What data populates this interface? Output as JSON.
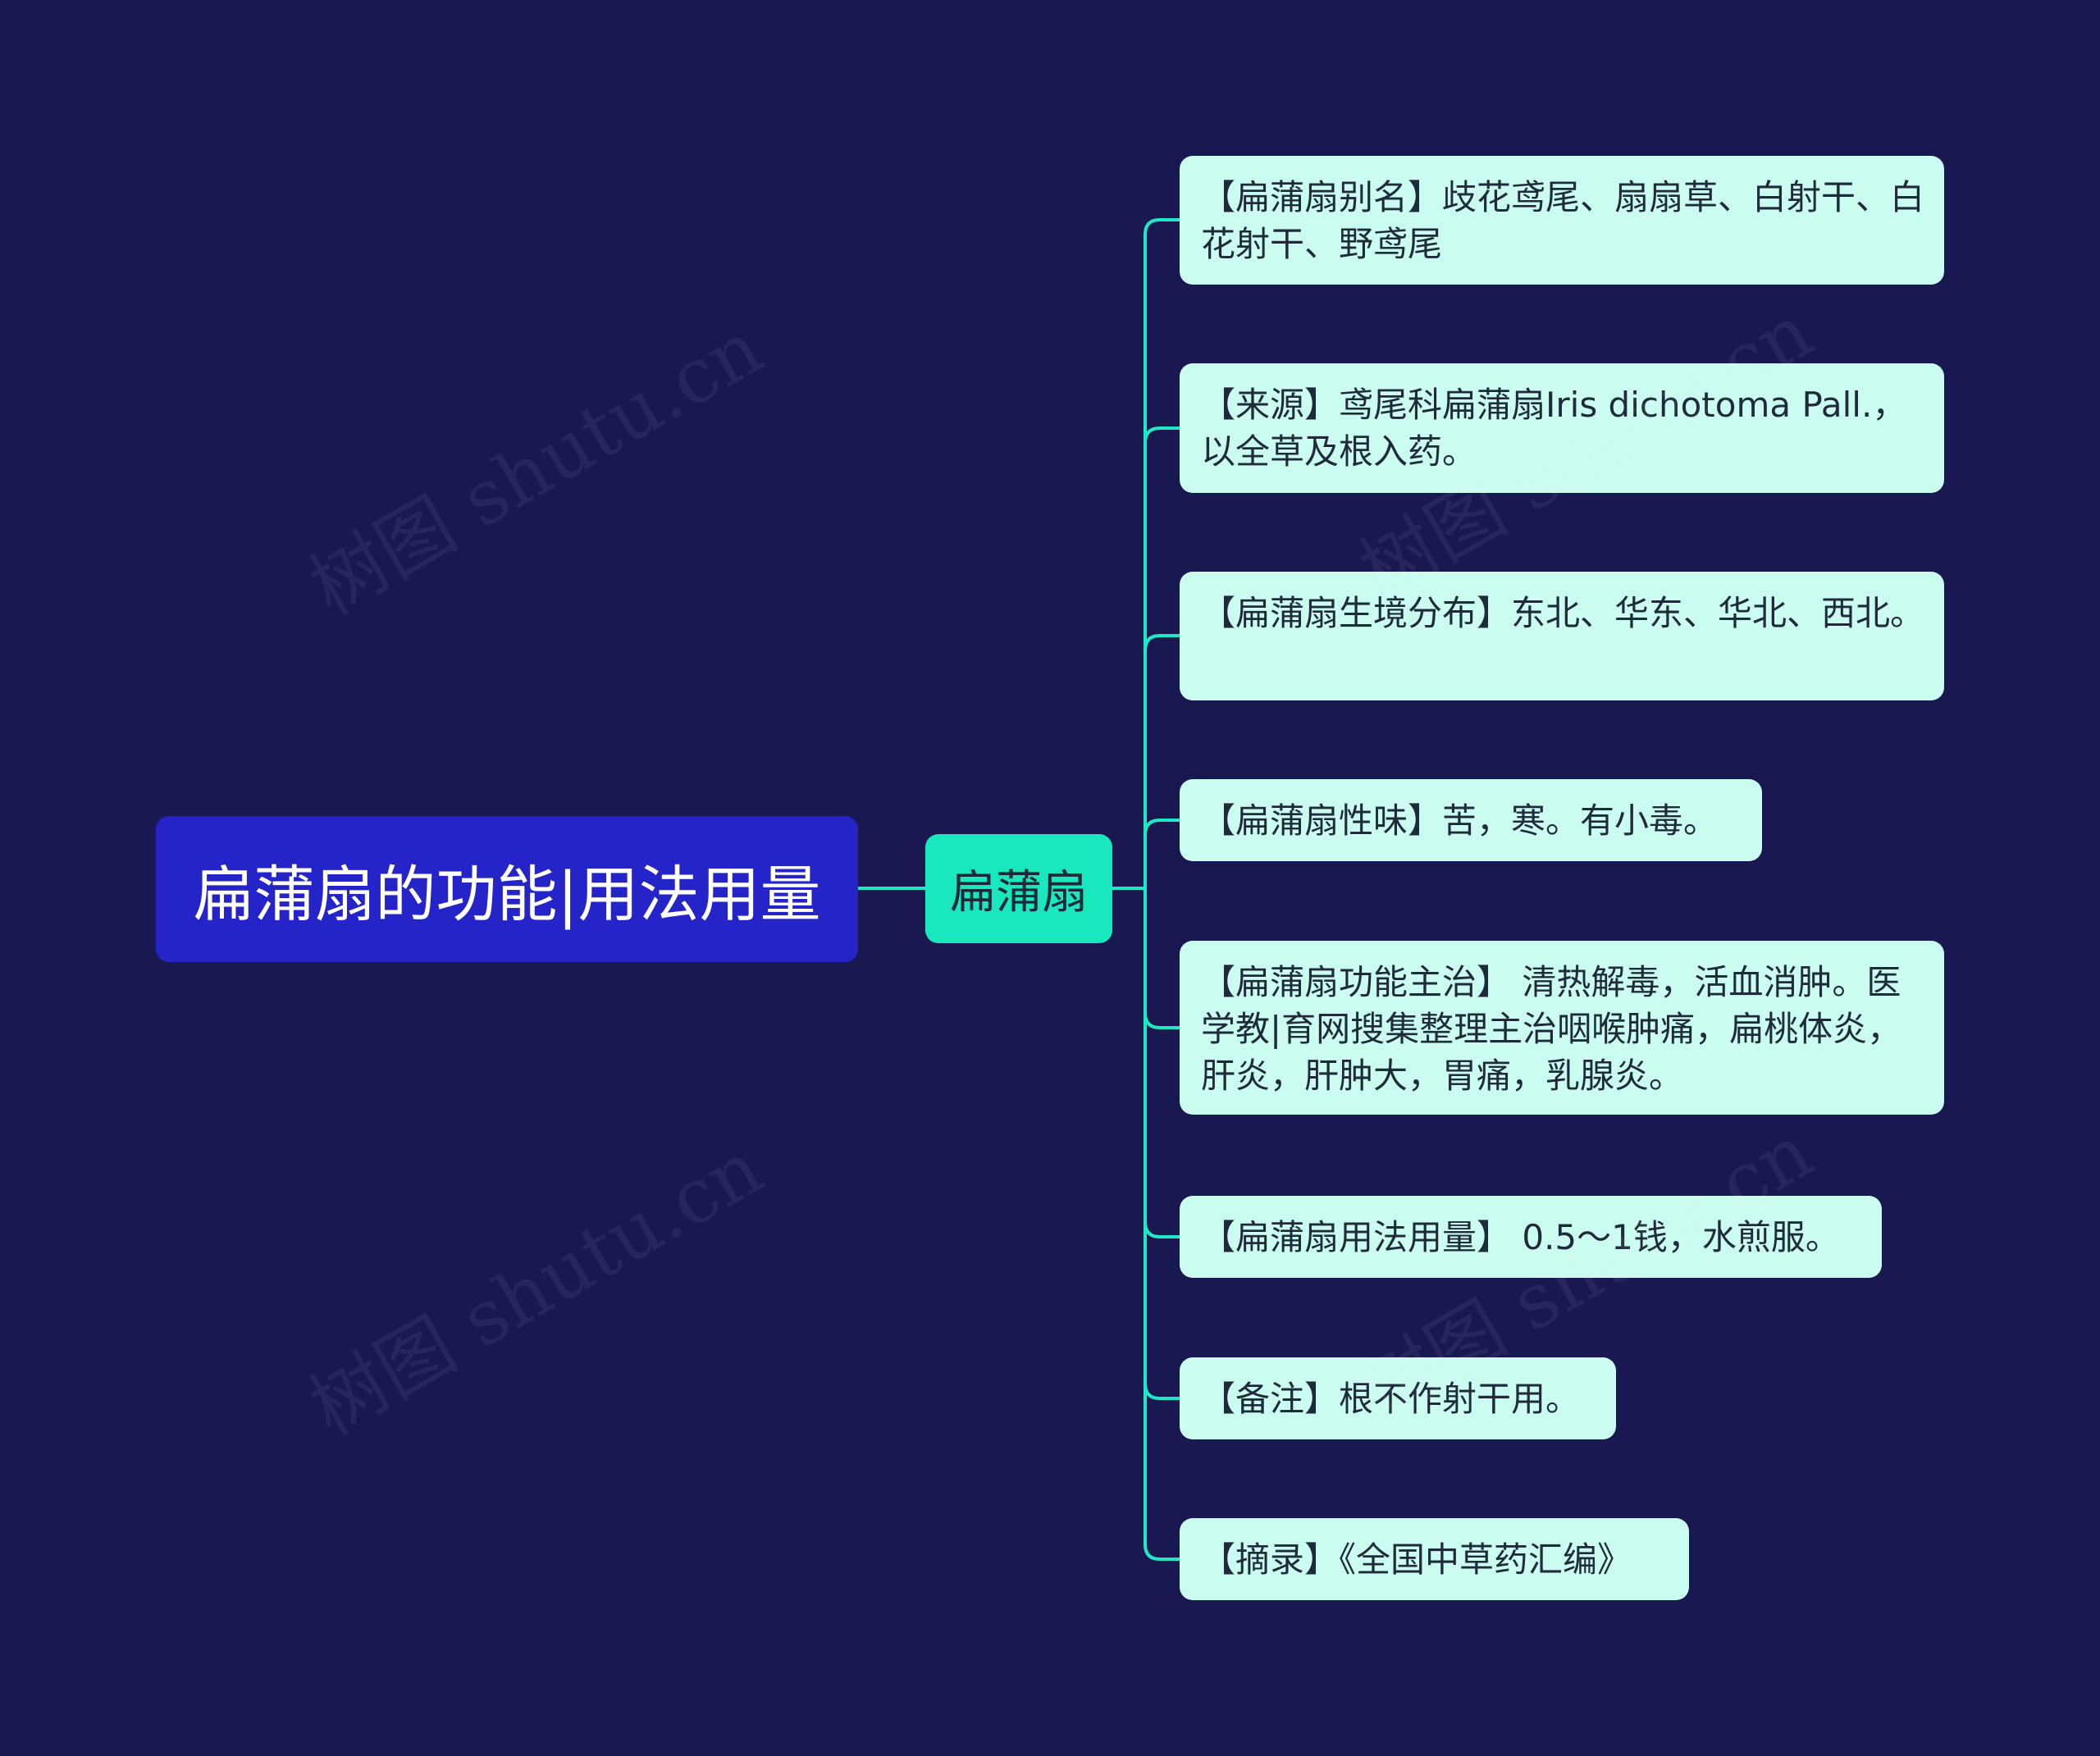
{
  "root": {
    "label": "扁蒲扇的功能|用法用量"
  },
  "topic": {
    "label": "扁蒲扇"
  },
  "leaves": [
    {
      "text": "【扁蒲扇别名】歧花鸢尾、扇扇草、白射干、白花射干、野鸢尾"
    },
    {
      "text": "【来源】鸢尾科扁蒲扇Iris dichotoma Pall.，以全草及根入药。"
    },
    {
      "text": "【扁蒲扇生境分布】东北、华东、华北、西北。"
    },
    {
      "text": "【扁蒲扇性味】苦，寒。有小毒。"
    },
    {
      "text": "【扁蒲扇功能主治】 清热解毒，活血消肿。医学教|育网搜集整理主治咽喉肿痛，扁桃体炎，肝炎，肝肿大，胃痛，乳腺炎。"
    },
    {
      "text": "【扁蒲扇用法用量】 0.5～1钱，水煎服。"
    },
    {
      "text": "【备注】根不作射干用。"
    },
    {
      "text": "【摘录】《全国中草药汇编》"
    }
  ],
  "watermark": {
    "text": "树图 shutu.cn"
  },
  "colors": {
    "background": "#1a1851",
    "root": "#2524c9",
    "topic": "#19e8bf",
    "leaf": "#cafdf0",
    "connector": "#1de9c4"
  }
}
